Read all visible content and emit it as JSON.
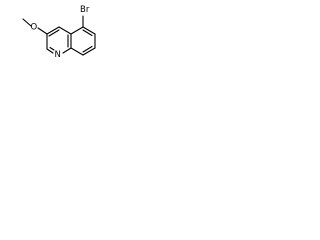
{
  "molecule": {
    "atoms": {
      "bromine": "Br",
      "oxygen": "O",
      "nitrogen": "N"
    },
    "colors": {
      "bond": "#000000",
      "text": "#000000",
      "background": "#ffffff"
    }
  }
}
